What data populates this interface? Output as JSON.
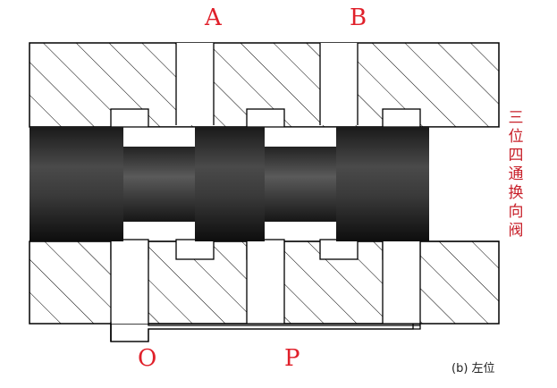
{
  "ports": {
    "a": "A",
    "b": "B",
    "o": "O",
    "p": "P"
  },
  "valve_name": [
    "三",
    "位",
    "四",
    "通",
    "换",
    "向",
    "阀"
  ],
  "caption": "(b) 左位",
  "colors": {
    "label": "#e0202a",
    "spool": "#2a2a2a",
    "outline": "#000000",
    "hatch": "#000000"
  }
}
